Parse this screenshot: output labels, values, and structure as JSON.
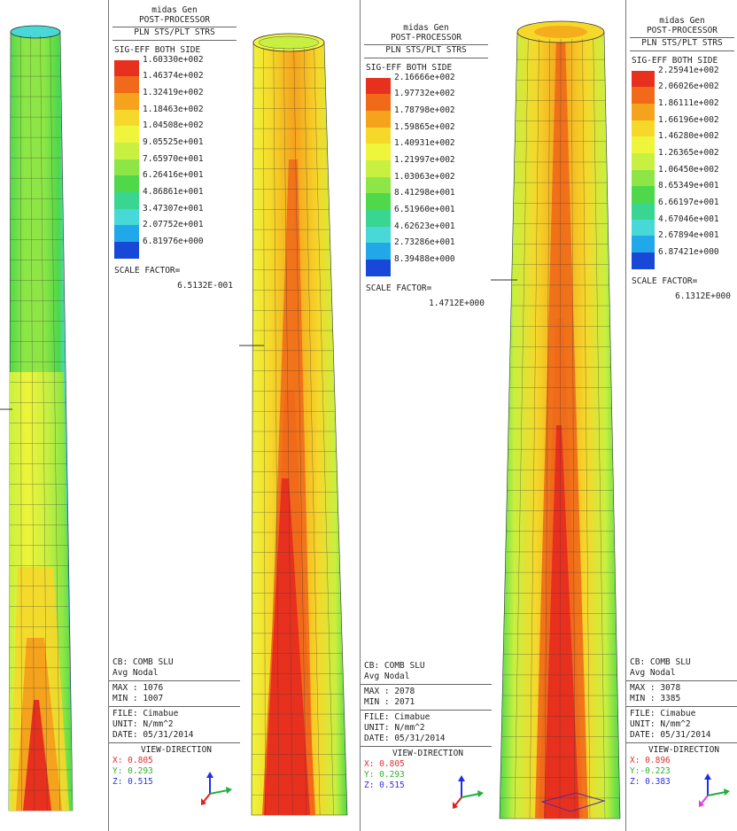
{
  "panels": [
    {
      "legend": {
        "app": "midas Gen",
        "module": "POST-PROCESSOR",
        "type": "PLN STS/PLT STRS",
        "component": "SIG-EFF BOTH SIDE",
        "values": [
          "1.60330e+002",
          "1.46374e+002",
          "1.32419e+002",
          "1.18463e+002",
          "1.04508e+002",
          "9.05525e+001",
          "7.65970e+001",
          "6.26416e+001",
          "4.86861e+001",
          "3.47307e+001",
          "2.07752e+001",
          "6.81976e+000"
        ],
        "scale_label": "SCALE FACTOR=",
        "scale_value": "6.5132E-001"
      },
      "info": {
        "cb": "CB: COMB SLU",
        "avg": "Avg Nodal",
        "max": "MAX : 1076",
        "min": "MIN : 1007",
        "file": "FILE: Cimabue",
        "unit": "UNIT: N/mm^2",
        "date": "DATE: 05/31/2014",
        "view_dir": "VIEW-DIRECTION",
        "x": "X: 0.805",
        "y": "Y: 0.293",
        "z": "Z: 0.515"
      }
    },
    {
      "legend": {
        "app": "midas Gen",
        "module": "POST-PROCESSOR",
        "type": "PLN STS/PLT STRS",
        "component": "SIG-EFF BOTH SIDE",
        "values": [
          "2.16666e+002",
          "1.97732e+002",
          "1.78798e+002",
          "1.59865e+002",
          "1.40931e+002",
          "1.21997e+002",
          "1.03063e+002",
          "8.41298e+001",
          "6.51960e+001",
          "4.62623e+001",
          "2.73286e+001",
          "8.39488e+000"
        ],
        "scale_label": "SCALE FACTOR=",
        "scale_value": "1.4712E+000"
      },
      "info": {
        "cb": "CB: COMB SLU",
        "avg": "Avg Nodal",
        "max": "MAX : 2078",
        "min": "MIN : 2071",
        "file": "FILE: Cimabue",
        "unit": "UNIT: N/mm^2",
        "date": "DATE: 05/31/2014",
        "view_dir": "VIEW-DIRECTION",
        "x": "X: 0.805",
        "y": "Y: 0.293",
        "z": "Z: 0.515"
      }
    },
    {
      "legend": {
        "app": "midas Gen",
        "module": "POST-PROCESSOR",
        "type": "PLN STS/PLT STRS",
        "component": "SIG-EFF BOTH SIDE",
        "values": [
          "2.25941e+002",
          "2.06026e+002",
          "1.86111e+002",
          "1.66196e+002",
          "1.46280e+002",
          "1.26365e+002",
          "1.06450e+002",
          "8.65349e+001",
          "6.66197e+001",
          "4.67046e+001",
          "2.67894e+001",
          "6.87421e+000"
        ],
        "scale_label": "SCALE FACTOR=",
        "scale_value": "6.1312E+000"
      },
      "info": {
        "cb": "CB: COMB SLU",
        "avg": "Avg Nodal",
        "max": "MAX : 3078",
        "min": "MIN : 3385",
        "file": "FILE: Cimabue",
        "unit": "UNIT: N/mm^2",
        "date": "DATE: 05/31/2014",
        "view_dir": "VIEW-DIRECTION",
        "x": "X: 0.896",
        "y": "Y:-0.223",
        "z": "Z: 0.383"
      }
    }
  ],
  "colors": {
    "scale": [
      "#e8301e",
      "#f06a1a",
      "#f5a21c",
      "#f5d82a",
      "#eef53a",
      "#c8f040",
      "#8ee646",
      "#4ed84a",
      "#38d690",
      "#48d8d8",
      "#20a8e8",
      "#1848d8"
    ]
  }
}
